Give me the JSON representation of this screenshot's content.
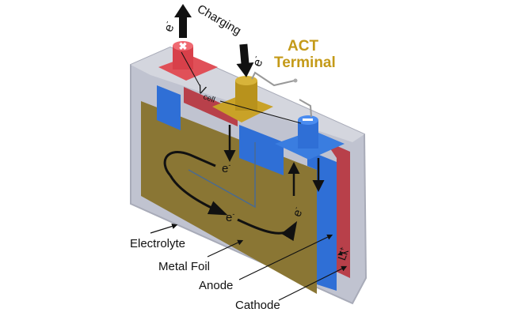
{
  "labels": {
    "charging": "Charging",
    "electron": "e",
    "electron_sup": "-",
    "act_line1": "ACT",
    "act_line2": "Terminal",
    "vcell_v": "V",
    "vcell_sub": "cell",
    "electrolyte": "Electrolyte",
    "metal_foil": "Metal Foil",
    "anode": "Anode",
    "cathode": "Cathode",
    "li": "Li",
    "li_sup": "+"
  },
  "colors": {
    "electrolyte": "#b4b8c8",
    "metal_foil": "#8a7634",
    "anode": "#2f6fd6",
    "cathode": "#b8404a",
    "positive_terminal": "#e05058",
    "act_terminal": "#c9a227",
    "negative_terminal": "#3a7de0",
    "act_text": "#c49a18"
  }
}
